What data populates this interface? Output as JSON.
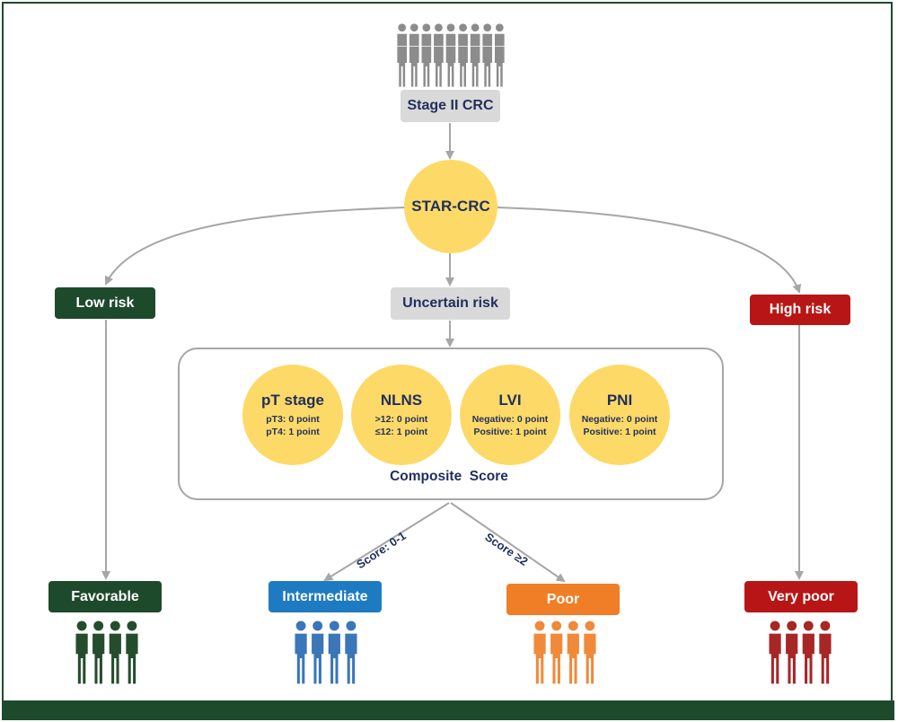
{
  "colors": {
    "dark_green": "#1e4a2c",
    "gray_box": "#d9d9d9",
    "circle_fill": "#fdd967",
    "navy_text": "#1f2f5c",
    "red": "#b81616",
    "blue": "#1f7bc1",
    "orange": "#f07e26",
    "people_gray": "#8c8c8c",
    "people_green": "#254d2d",
    "people_blue": "#3a76b8",
    "people_orange": "#f08a3a",
    "people_red": "#a82626"
  },
  "top": {
    "label": "Stage II CRC",
    "icon": "people-group-icon"
  },
  "center": {
    "label": "STAR-CRC"
  },
  "risks": {
    "low": "Low risk",
    "uncertain": "Uncertain risk",
    "high": "High risk"
  },
  "factors": [
    {
      "title": "pT stage",
      "lines": [
        "pT3: 0 point",
        "pT4: 1 point"
      ]
    },
    {
      "title": "NLNS",
      "lines": [
        ">12: 0 point",
        "≤12: 1 point"
      ]
    },
    {
      "title": "LVI",
      "lines": [
        "Negative: 0 point",
        "Positive: 1 point"
      ]
    },
    {
      "title": "PNI",
      "lines": [
        "Negative: 0 point",
        "Positive: 1 point"
      ]
    }
  ],
  "composite_label": "Composite  Score",
  "score_branches": {
    "left": "Score: 0-1",
    "right": "Score ≥2"
  },
  "outcomes": {
    "favorable": "Favorable",
    "intermediate": "Intermediate",
    "poor": "Poor",
    "very_poor": "Very poor"
  }
}
